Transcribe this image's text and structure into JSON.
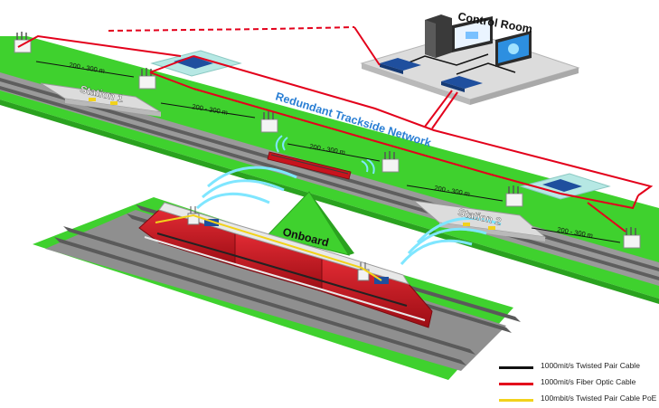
{
  "labels": {
    "control_room": "Control Room",
    "redundant_network": "Redundant Trackside Network",
    "onboard": "Onboard",
    "station_1": "Station 1",
    "station_2": "Station 2",
    "distances": [
      "200 - 300 m",
      "200 - 300 m",
      "200 - 300 m",
      "200 - 300 m",
      "200 - 300 m"
    ]
  },
  "legend": [
    {
      "label": "1000mit/s Twisted Pair Cable",
      "color": "#111111"
    },
    {
      "label": "1000mit/s Fiber Optic Cable",
      "color": "#e3001b"
    },
    {
      "label": "100mbit/s Twisted Pair Cable PoE",
      "color": "#f2d21b"
    }
  ],
  "colors": {
    "grass": "#3fd12e",
    "gravel": "#8f8f8f",
    "rail": "#5a5a5a",
    "fiber": "#e3001b",
    "wifi": "#7fe6ff",
    "train": "#c8141e",
    "switch": "#1f4f9e",
    "network_text": "#2a7fd4"
  }
}
